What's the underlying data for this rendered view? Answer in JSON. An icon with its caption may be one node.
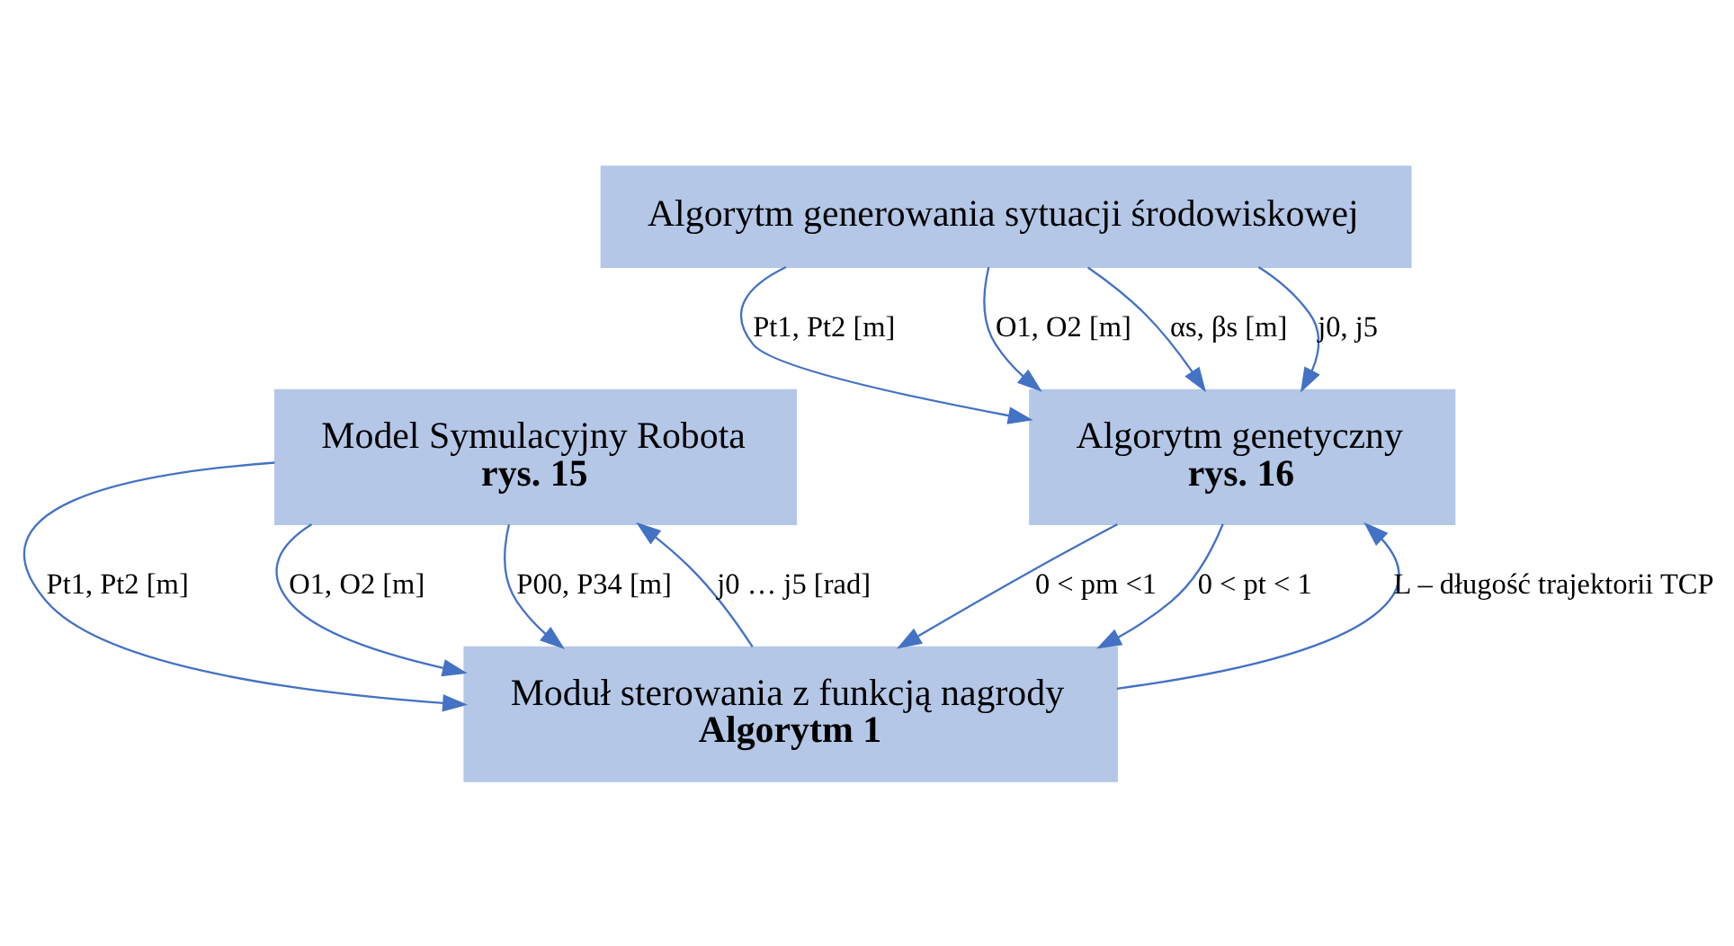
{
  "diagram": {
    "nodes": [
      {
        "text": [
          "Algorytm generowania sytuacji środowiskowej"
        ]
      },
      {
        "text": [
          "Model Symulacyjny Robota",
          "rys. 15"
        ]
      },
      {
        "text": [
          "Algorytm genetyczny",
          "rys. 16"
        ]
      },
      {
        "text": [
          "Moduł sterowania z funkcją nagrody",
          "Algorytm 1"
        ]
      }
    ],
    "edges": [
      {
        "from": 0,
        "to": 2,
        "arrow": "to",
        "label": "Pt1, Pt2 [m]"
      },
      {
        "from": 0,
        "to": 2,
        "arrow": "to",
        "label": "O1, O2 [m]"
      },
      {
        "from": 0,
        "to": 2,
        "arrow": "to",
        "label": "αs, βs [m]"
      },
      {
        "from": 0,
        "to": 2,
        "arrow": "to",
        "label": "j0, j5"
      },
      {
        "from": 3,
        "to": 1,
        "arrow": "to",
        "label": "j0 … j5 [rad]"
      },
      {
        "from": 1,
        "to": 3,
        "arrow": "to",
        "label": "Pt1, Pt2 [m]"
      },
      {
        "from": 1,
        "to": 3,
        "arrow": "to",
        "label": "O1, O2 [m]"
      },
      {
        "from": 1,
        "to": 3,
        "arrow": "to",
        "label": "P00, P34 [m]"
      },
      {
        "from": 3,
        "to": 2,
        "arrow": "to",
        "label": "L – długość trajektorii TCP"
      },
      {
        "from": 2,
        "to": 3,
        "arrow": "to",
        "label": "0 < pm <1"
      },
      {
        "from": 2,
        "to": 3,
        "arrow": "to",
        "label": "0 < pt < 1"
      }
    ]
  }
}
